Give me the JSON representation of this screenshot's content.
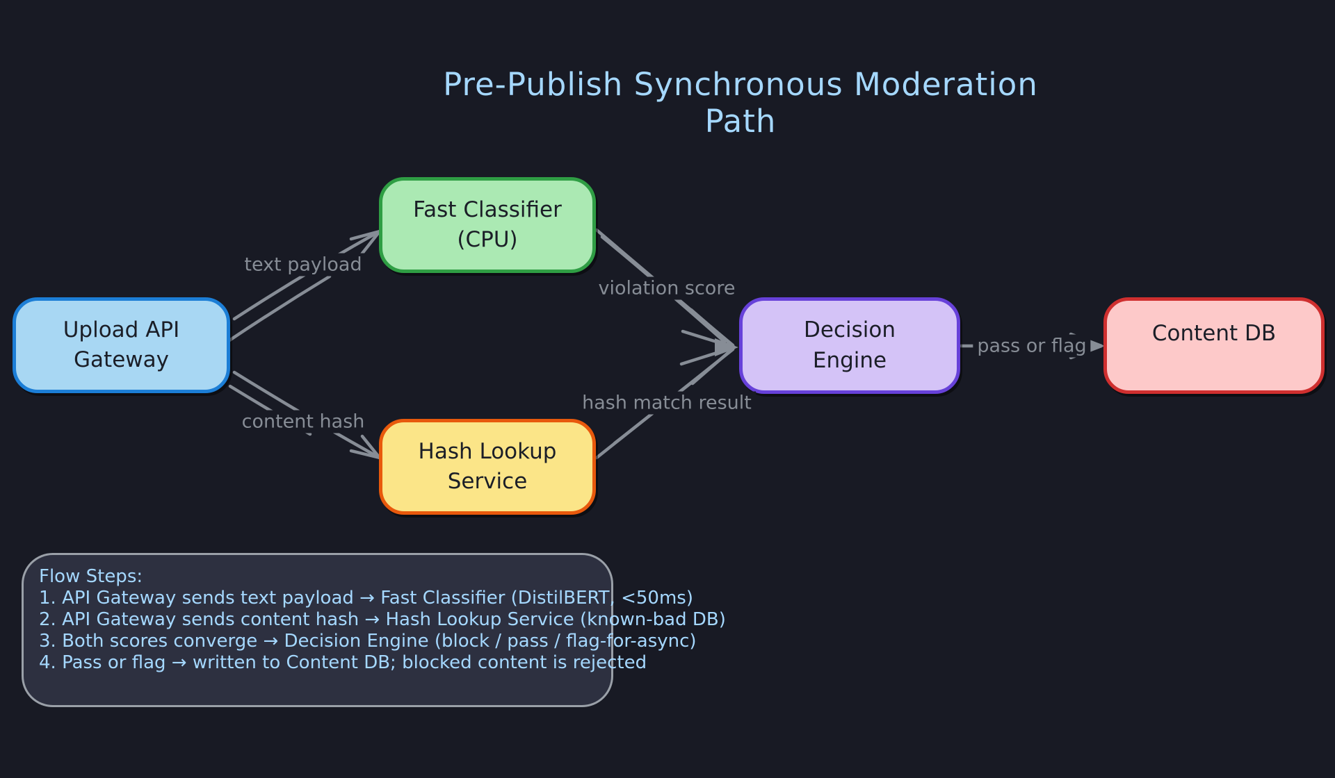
{
  "title": "Pre-Publish Synchronous Moderation Path",
  "nodes": {
    "gateway": {
      "label": "Upload API\nGateway"
    },
    "classifier": {
      "label": "Fast Classifier\n(CPU)"
    },
    "hash": {
      "label": "Hash Lookup\nService"
    },
    "decision": {
      "label": "Decision\nEngine"
    },
    "contentdb": {
      "label": "Content DB"
    }
  },
  "edge_labels": {
    "text_payload": "text payload",
    "content_hash": "content hash",
    "violation_score": "violation score",
    "hash_match": "hash match result",
    "pass_or_flag": "pass or flag"
  },
  "note": {
    "heading": "Flow Steps:",
    "steps": [
      "1. API Gateway sends text payload → Fast Classifier (DistilBERT, <50ms)",
      "2. API Gateway sends content hash → Hash Lookup Service (known-bad DB)",
      "3. Both scores converge → Decision Engine (block / pass / flag-for-async)",
      "4. Pass or flag → written to Content DB; blocked content is rejected"
    ]
  },
  "colors": {
    "background": "#181a24",
    "title_text": "#a5d8ff",
    "edge": "#878d96",
    "node_text": "#1b1e27",
    "gateway_fill": "#a8d7f3",
    "gateway_border": "#1c7ed6",
    "classifier_fill": "#abe9b3",
    "classifier_border": "#2f9e44",
    "hash_fill": "#fbe588",
    "hash_border": "#e8590c",
    "decision_fill": "#d4c3f7",
    "decision_border": "#6741d9",
    "contentdb_fill": "#fdc9c9",
    "contentdb_border": "#cf2f2f",
    "note_fill": "#2d3040",
    "note_border": "#9aa0a8",
    "note_text": "#a5d8ff"
  }
}
